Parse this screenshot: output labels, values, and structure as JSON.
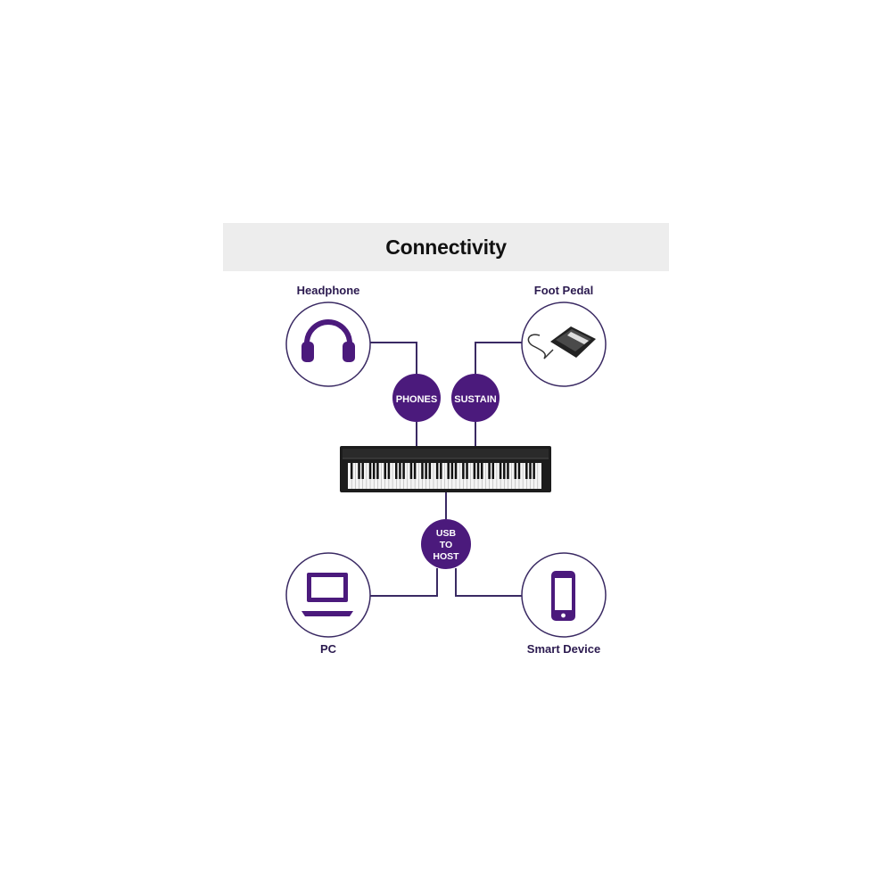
{
  "title": "Connectivity",
  "devices": {
    "headphone": "Headphone",
    "foot_pedal": "Foot Pedal",
    "pc": "PC",
    "smart_device": "Smart Device"
  },
  "ports": {
    "phones": "PHONES",
    "sustain": "SUSTAIN",
    "usb_line1": "USB",
    "usb_line2": "TO",
    "usb_line3": "HOST"
  },
  "colors": {
    "accent": "#4b1a7c",
    "line": "#3a2a63",
    "band": "#ededed",
    "label": "#2b1a4f"
  }
}
